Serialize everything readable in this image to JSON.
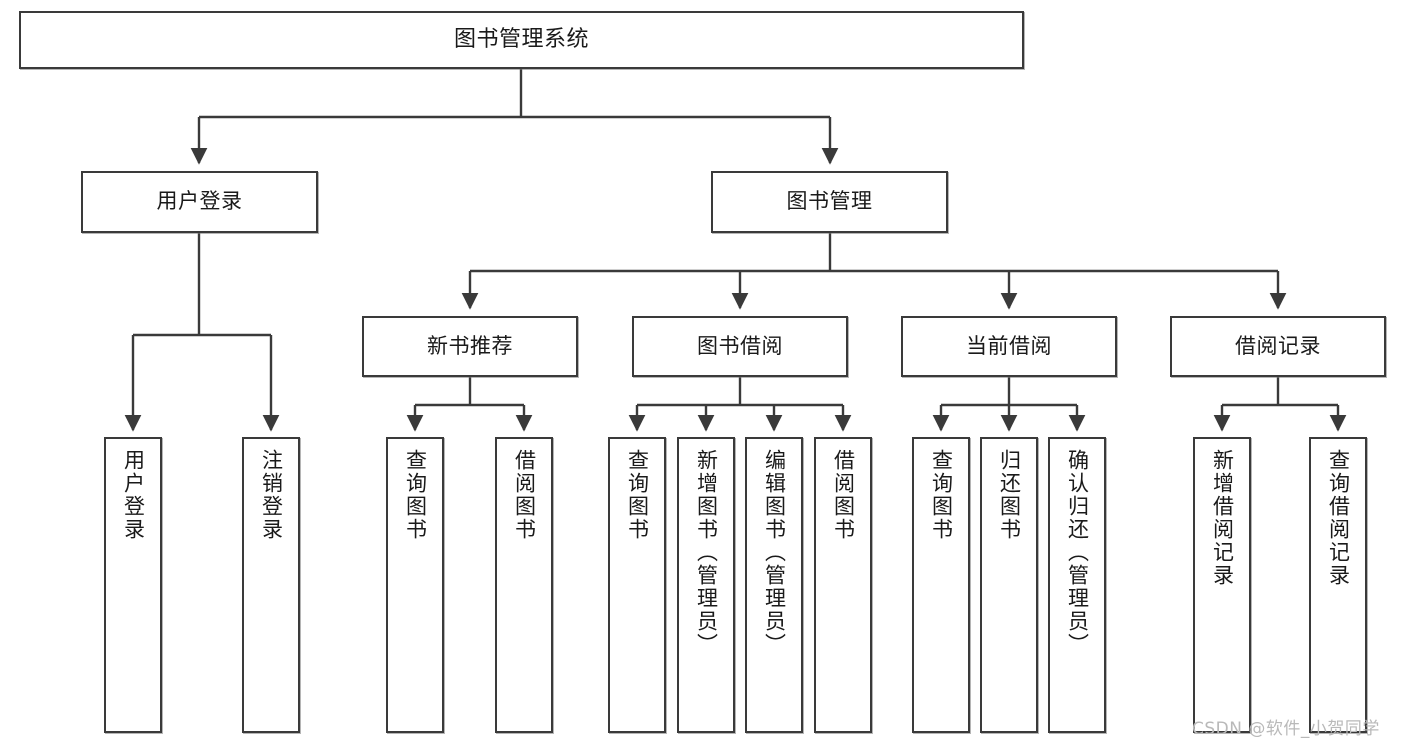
{
  "diagram": {
    "type": "tree-hierarchy",
    "title": "图书管理系统",
    "watermark": "CSDN @软件_小贺同学",
    "colors": {
      "box_border": "#3a3a3a",
      "box_fill": "#ffffff",
      "edge": "#3a3a3a",
      "text": "#1a1a1a",
      "watermark": "#b9b9b9",
      "background": "#ffffff"
    },
    "nodes": {
      "root": {
        "label": "图书管理系统"
      },
      "level2": [
        {
          "id": "user-login",
          "label": "用户登录"
        },
        {
          "id": "book-manage",
          "label": "图书管理"
        }
      ],
      "level3": [
        {
          "id": "new-book-rec",
          "label": "新书推荐"
        },
        {
          "id": "book-borrow",
          "label": "图书借阅"
        },
        {
          "id": "current-borrow",
          "label": "当前借阅"
        },
        {
          "id": "borrow-record",
          "label": "借阅记录"
        }
      ],
      "leaves": {
        "user_login": [
          {
            "id": "leaf-user-login",
            "label": "用户登录"
          },
          {
            "id": "leaf-logout-login",
            "label": "注销登录"
          }
        ],
        "new_book_rec": [
          {
            "id": "leaf-query-book-1",
            "label": "查询图书"
          },
          {
            "id": "leaf-borrow-book-1",
            "label": "借阅图书"
          }
        ],
        "book_borrow": [
          {
            "id": "leaf-query-book-2",
            "label": "查询图书"
          },
          {
            "id": "leaf-add-book",
            "label": "新增图书（管理员）"
          },
          {
            "id": "leaf-edit-book",
            "label": "编辑图书（管理员）"
          },
          {
            "id": "leaf-borrow-book-2",
            "label": "借阅图书"
          }
        ],
        "current_borrow": [
          {
            "id": "leaf-query-book-3",
            "label": "查询图书"
          },
          {
            "id": "leaf-return-book",
            "label": "归还图书"
          },
          {
            "id": "leaf-confirm-return",
            "label": "确认归还（管理员）"
          }
        ],
        "borrow_record": [
          {
            "id": "leaf-add-record",
            "label": "新增借阅记录"
          },
          {
            "id": "leaf-query-record",
            "label": "查询借阅记录"
          }
        ]
      }
    },
    "edges": [
      {
        "from": "图书管理系统",
        "to": "用户登录"
      },
      {
        "from": "图书管理系统",
        "to": "图书管理"
      },
      {
        "from": "用户登录",
        "to": "用户登录"
      },
      {
        "from": "用户登录",
        "to": "注销登录"
      },
      {
        "from": "图书管理",
        "to": "新书推荐"
      },
      {
        "from": "图书管理",
        "to": "图书借阅"
      },
      {
        "from": "图书管理",
        "to": "当前借阅"
      },
      {
        "from": "图书管理",
        "to": "借阅记录"
      },
      {
        "from": "新书推荐",
        "to": "查询图书"
      },
      {
        "from": "新书推荐",
        "to": "借阅图书"
      },
      {
        "from": "图书借阅",
        "to": "查询图书"
      },
      {
        "from": "图书借阅",
        "to": "新增图书（管理员）"
      },
      {
        "from": "图书借阅",
        "to": "编辑图书（管理员）"
      },
      {
        "from": "图书借阅",
        "to": "借阅图书"
      },
      {
        "from": "当前借阅",
        "to": "查询图书"
      },
      {
        "from": "当前借阅",
        "to": "归还图书"
      },
      {
        "from": "当前借阅",
        "to": "确认归还（管理员）"
      },
      {
        "from": "借阅记录",
        "to": "新增借阅记录"
      },
      {
        "from": "借阅记录",
        "to": "查询借阅记录"
      }
    ]
  }
}
